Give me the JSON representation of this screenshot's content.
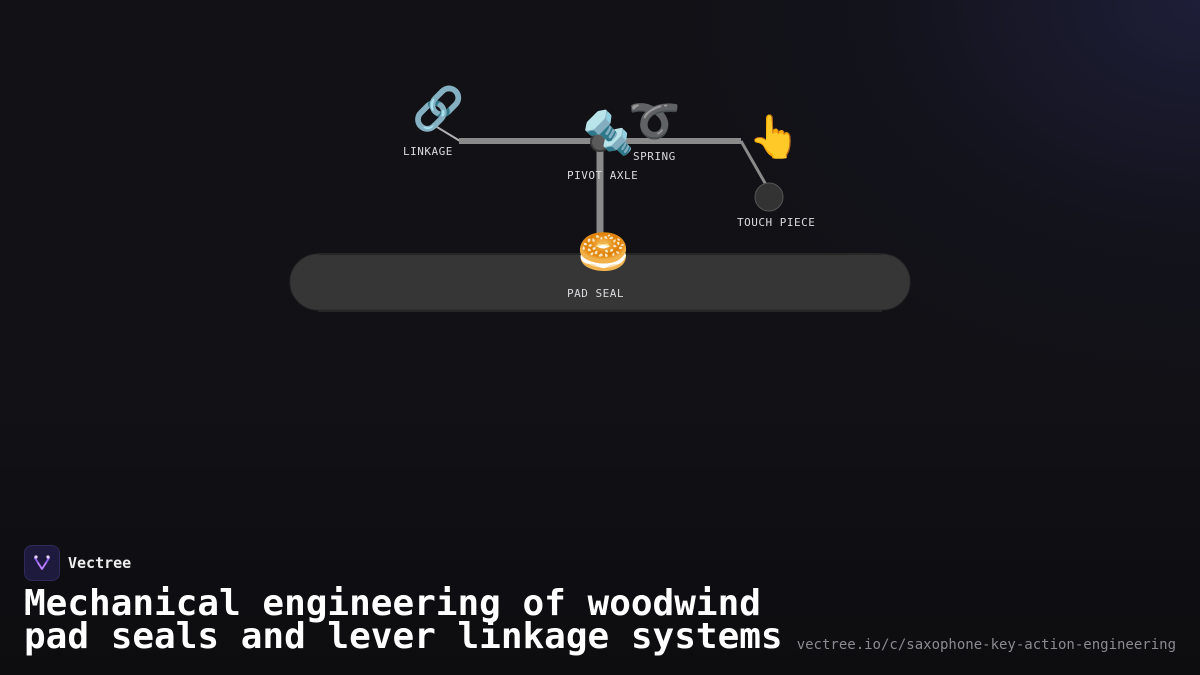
{
  "diagram": {
    "labels": {
      "linkage": "LINKAGE",
      "pivot_axle": "PIVOT AXLE",
      "spring": "SPRING",
      "touch_piece": "TOUCH PIECE",
      "pad_seal": "PAD SEAL"
    },
    "icons": {
      "linkage": "link-icon",
      "pivot_axle": "nut-and-bolt-icon",
      "spring": "curly-loop-icon",
      "touch_piece": "pointing-finger-icon",
      "pad_seal": "bagel-icon"
    },
    "glyphs": {
      "linkage": "🔗",
      "pivot_axle": "🔩",
      "spring": "➰",
      "touch_piece": "👆",
      "pad_seal": "🥯"
    },
    "colors": {
      "lever": "#8a8a8a",
      "tone_hole_body": "#363636",
      "touch_knob": "#333333"
    }
  },
  "brand": {
    "name": "Vectree",
    "logo_icon": "vectree-logo-icon",
    "logo_color": "#8b5cf6"
  },
  "title": {
    "line1": "Mechanical engineering of woodwind",
    "line2": "pad seals and lever linkage systems"
  },
  "url": "vectree.io/c/saxophone-key-action-engineering"
}
